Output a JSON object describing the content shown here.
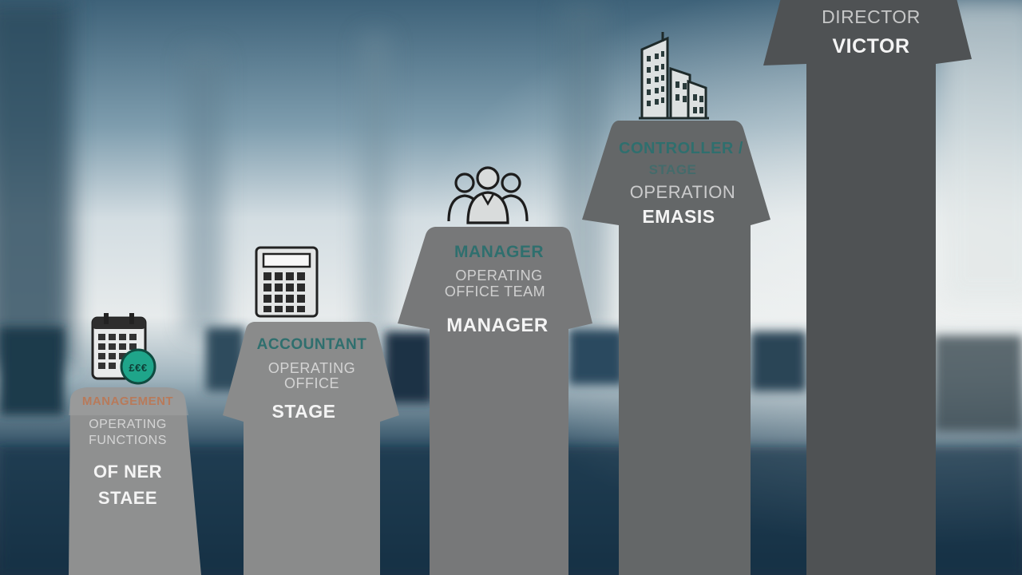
{
  "steps": [
    {
      "icon": "calendar-badge-icon",
      "badge_text": "£€€",
      "lines": [
        "MANAGEMENT",
        "OPERATING",
        "FUNCTIONS",
        "OF NER",
        "STAEE"
      ]
    },
    {
      "icon": "calculator-icon",
      "lines": [
        "ACCOUNTANT",
        "OPERATING",
        "OFFICE",
        "STAGE"
      ]
    },
    {
      "icon": "team-people-icon",
      "lines": [
        "MANAGER",
        "OPERATING",
        "OFFICE TEAM",
        "MANAGER"
      ]
    },
    {
      "icon": "office-building-icon",
      "lines": [
        "CONTROLLER /",
        "STAGE",
        "OPERATION",
        "EMASIS"
      ]
    },
    {
      "icon": "",
      "lines": [
        "DIRECTOR",
        "VICTOR"
      ]
    }
  ],
  "colors": {
    "accent_teal": "#2f6f6e",
    "badge_green": "#1fa58a",
    "orange": "#b87a5a",
    "step_grey": "#808181",
    "step_dark": "#4d5052"
  }
}
